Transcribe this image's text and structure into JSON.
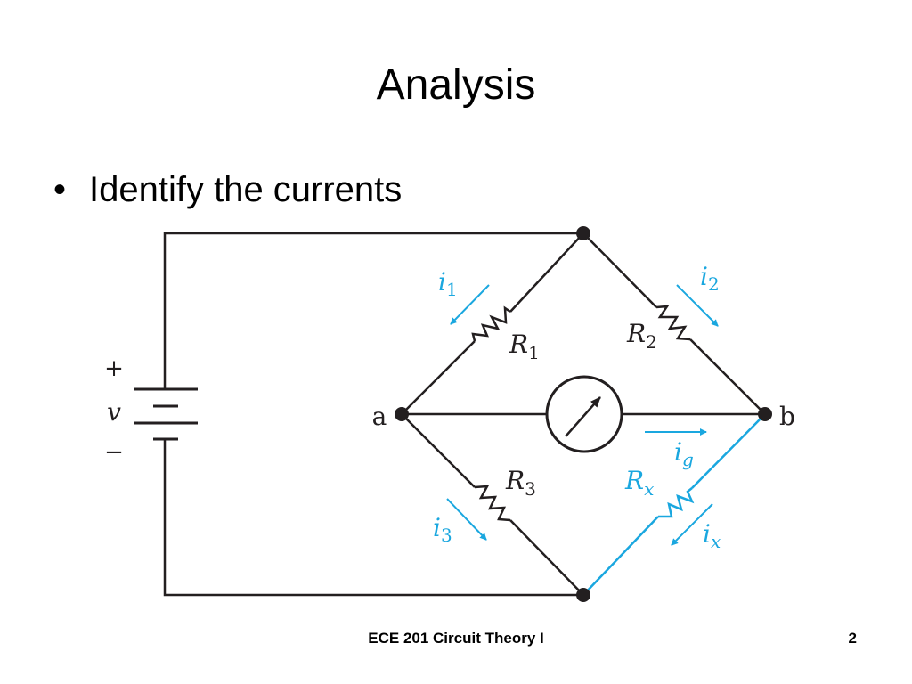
{
  "slide": {
    "title": "Analysis",
    "bullet_symbol": "•",
    "bullet": "Identify the currents",
    "footer_course": "ECE 201 Circuit Theory I",
    "page_number": "2"
  },
  "diagram": {
    "colors": {
      "wire": "#231f20",
      "highlight": "#1aa7df"
    },
    "source": {
      "plus": "+",
      "symbol": "v",
      "minus": "−"
    },
    "nodes": {
      "a": "a",
      "b": "b"
    },
    "resistors": {
      "r1": {
        "main": "R",
        "sub": "1"
      },
      "r2": {
        "main": "R",
        "sub": "2"
      },
      "r3": {
        "main": "R",
        "sub": "3"
      },
      "rx": {
        "main": "R",
        "sub": "x"
      }
    },
    "currents": {
      "i1": {
        "main": "i",
        "sub": "1"
      },
      "i2": {
        "main": "i",
        "sub": "2"
      },
      "i3": {
        "main": "i",
        "sub": "3"
      },
      "ig": {
        "main": "i",
        "sub": "g"
      },
      "ix": {
        "main": "i",
        "sub": "x"
      }
    }
  }
}
